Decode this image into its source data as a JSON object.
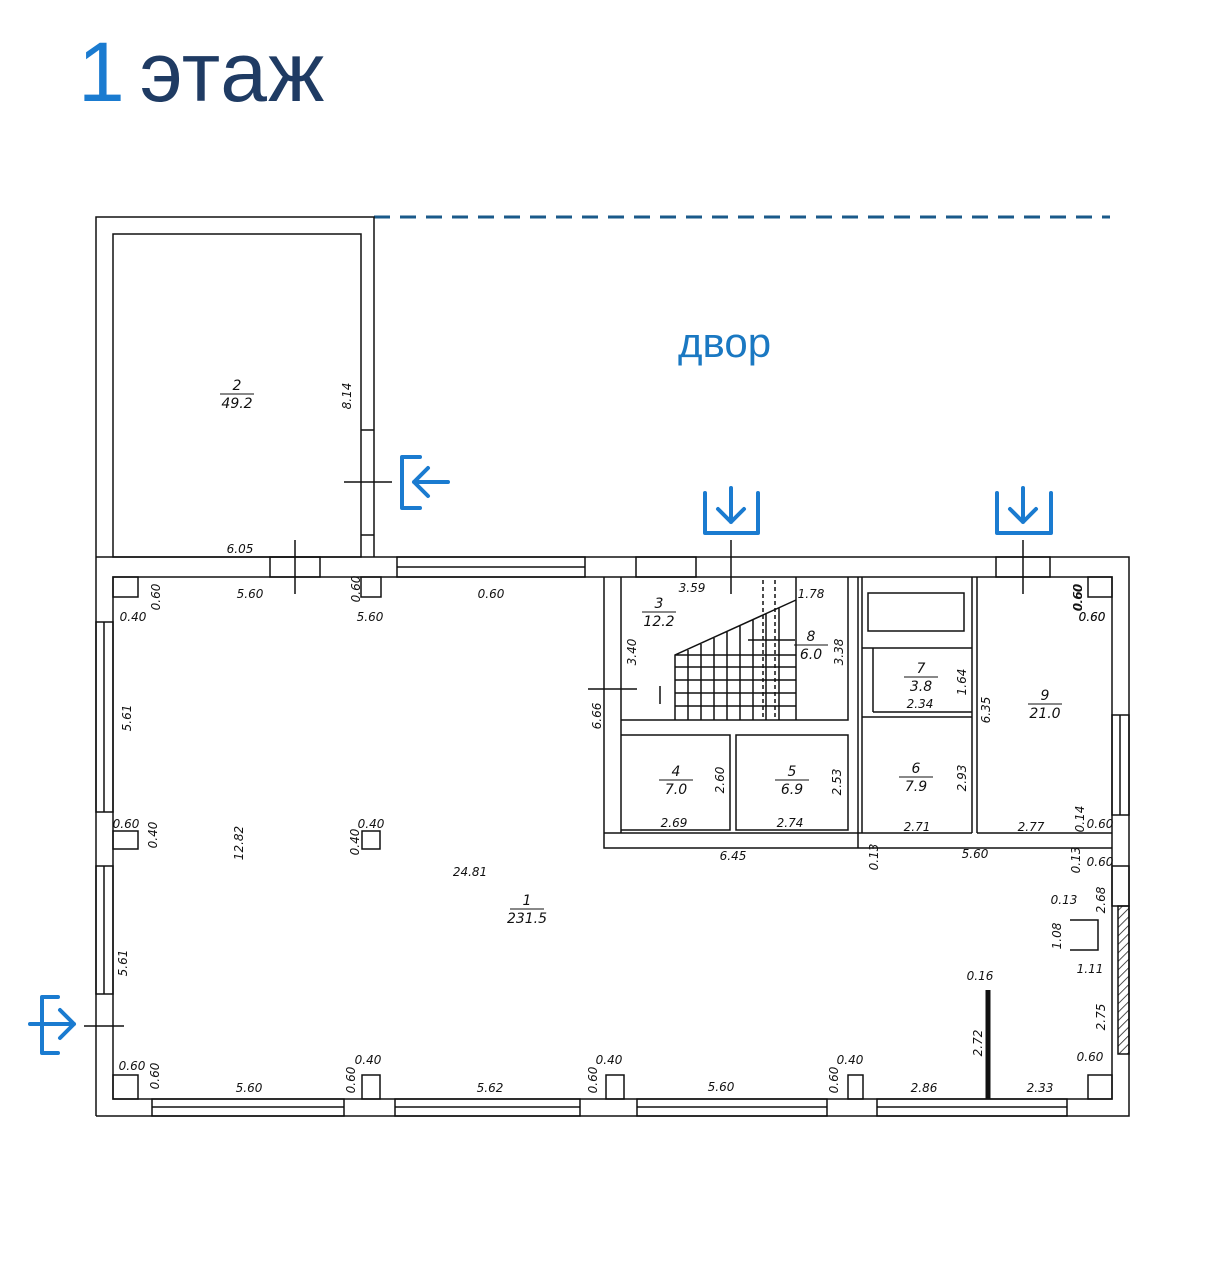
{
  "header": {
    "floor_number": "1",
    "floor_word": "этаж"
  },
  "yard_label": "двор",
  "colors": {
    "accent": "#1a7bd0",
    "title_dark": "#1f3b63",
    "lines": "#111111"
  },
  "icons": [
    "arrow-in-left-icon",
    "arrow-down-box-icon",
    "arrow-down-box-icon",
    "arrow-in-right-icon"
  ],
  "rooms": [
    {
      "number": "1",
      "area": "231.5"
    },
    {
      "number": "2",
      "area": "49.2"
    },
    {
      "number": "3",
      "area": "12.2"
    },
    {
      "number": "4",
      "area": "7.0"
    },
    {
      "number": "5",
      "area": "6.9"
    },
    {
      "number": "6",
      "area": "7.9"
    },
    {
      "number": "7",
      "area": "3.8"
    },
    {
      "number": "8",
      "area": "6.0"
    },
    {
      "number": "9",
      "area": "21.0"
    }
  ],
  "dims": [
    "8.14",
    "6.05",
    "5.60",
    "0.60",
    "0.40",
    "5.60",
    "0.60",
    "0.60",
    "5.61",
    "0.60",
    "0.40",
    "12.82",
    "0.40",
    "0.40",
    "5.61",
    "0.60",
    "0.60",
    "5.60",
    "0.40",
    "0.60",
    "5.62",
    "0.40",
    "0.60",
    "5.60",
    "0.40",
    "0.60",
    "2.86",
    "2.33",
    "0.60",
    "0.60",
    "24.81",
    "3.59",
    "1.78",
    "3.40",
    "3.38",
    "6.66",
    "1.64",
    "2.34",
    "6.35",
    "0.60",
    "0.60",
    "2.60",
    "2.53",
    "2.93",
    "2.69",
    "2.74",
    "2.71",
    "2.77",
    "0.14",
    "0.60",
    "6.45",
    "0.13",
    "5.60",
    "0.13",
    "0.60",
    "2.68",
    "0.13",
    "1.08",
    "1.11",
    "0.16",
    "2.72",
    "2.75",
    "0.60"
  ]
}
